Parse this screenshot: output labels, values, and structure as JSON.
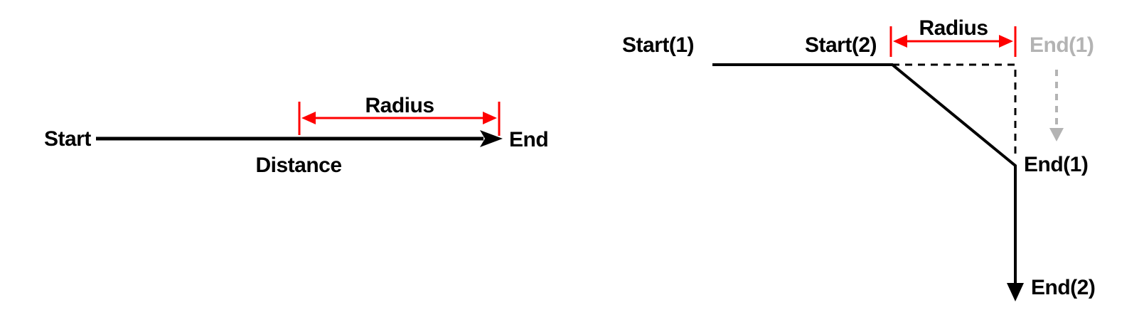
{
  "colors": {
    "ink": "#000000",
    "accent_red": "#ff0000",
    "ghost_gray": "#b3b3b3",
    "background": "#ffffff"
  },
  "left_diagram": {
    "start_label": "Start",
    "end_label": "End",
    "distance_label": "Distance",
    "radius_label": "Radius"
  },
  "right_diagram": {
    "start1_label": "Start(1)",
    "start2_label": "Start(2)",
    "radius_label": "Radius",
    "end1_ghost_label": "End(1)",
    "end1_label": "End(1)",
    "end2_label": "End(2)"
  }
}
